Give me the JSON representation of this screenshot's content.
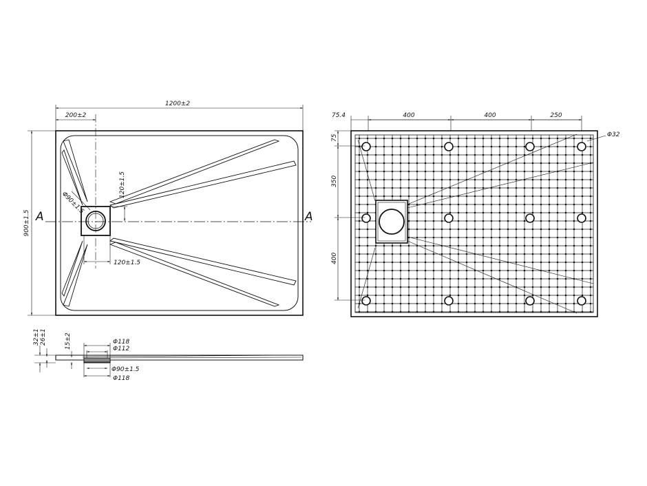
{
  "top_view": {
    "overall_width": "1200±2",
    "drain_offset": "200±2",
    "depth": "900±1.5",
    "drain_dia": "Φ90±1.5",
    "drain_depth": "120±1.5",
    "drain_width": "120±1.5",
    "section_left": "A",
    "section_right": "A"
  },
  "bottom_view": {
    "edge_offset": "75.4",
    "span_1": "400",
    "span_2": "400",
    "span_3": "250",
    "foot_dia": "Φ32",
    "top_offset": "75",
    "v_span_1": "350",
    "v_span_2": "400"
  },
  "section_view": {
    "total_height": "32±1",
    "body_height": "26±1",
    "drain_height": "15±2",
    "outer_dia_top": "Φ118",
    "inner_dia": "Φ112",
    "drain_dia": "Φ90±1.5",
    "outer_dia_bottom": "Φ118"
  }
}
